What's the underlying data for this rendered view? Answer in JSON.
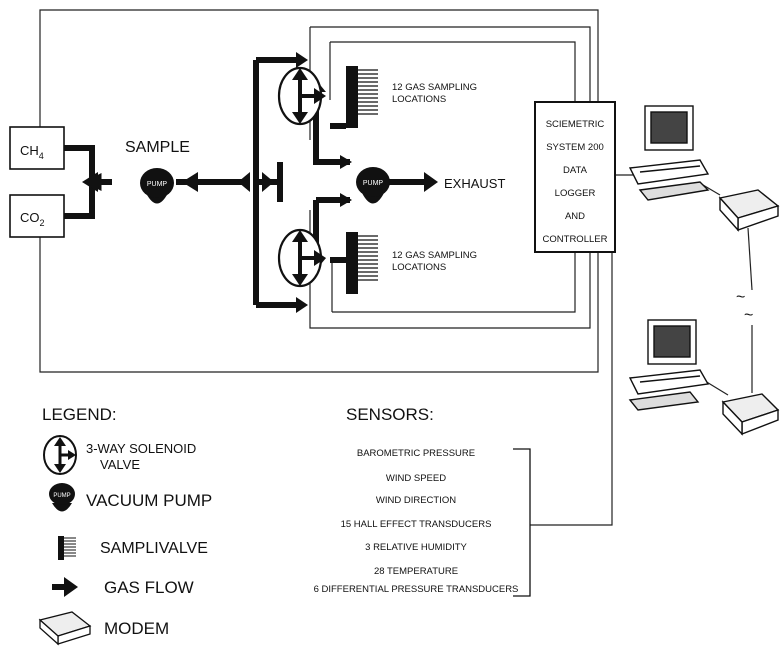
{
  "analyzers": {
    "ch4": "CH",
    "ch4_sub": "4",
    "co2": "CO",
    "co2_sub": "2"
  },
  "sample_label": "SAMPLE",
  "pump_text": "PUMP",
  "exhaust_label": "EXHAUST",
  "sampling_locations": {
    "top": [
      "12 GAS SAMPLING",
      "LOCATIONS"
    ],
    "bottom": [
      "12 GAS SAMPLING",
      "LOCATIONS"
    ]
  },
  "logger_lines": [
    "SCIEMETRIC",
    "SYSTEM 200",
    "DATA",
    "LOGGER",
    "AND",
    "CONTROLLER"
  ],
  "break_symbol": "~",
  "legend": {
    "title": "LEGEND:",
    "items": {
      "valve": [
        "3-WAY SOLENOID",
        "VALVE"
      ],
      "pump": "VACUUM PUMP",
      "samplivalve": "SAMPLIVALVE",
      "gas_flow": "GAS FLOW",
      "modem": "MODEM"
    }
  },
  "sensors": {
    "title": "SENSORS:",
    "items": [
      "BAROMETRIC PRESSURE",
      "WIND SPEED",
      "WIND DIRECTION",
      "15 HALL EFFECT TRANSDUCERS",
      "3 RELATIVE HUMIDITY",
      "28 TEMPERATURE",
      "6 DIFFERENTIAL PRESSURE TRANSDUCERS"
    ]
  }
}
